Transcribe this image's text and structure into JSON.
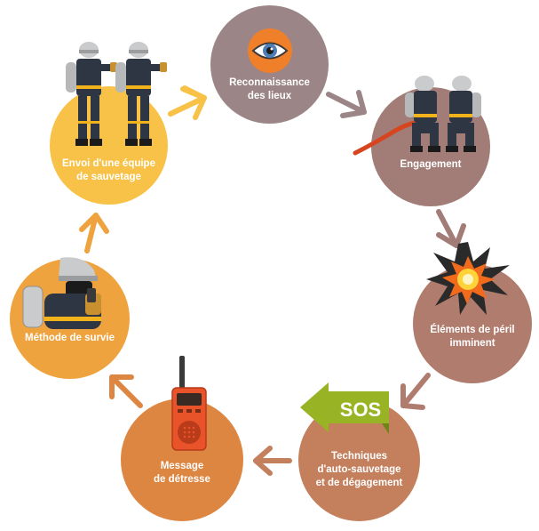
{
  "cycle": {
    "steps": [
      {
        "id": "reconnaissance",
        "label": "Reconnaissance\ndes lieux",
        "color": "#9b8586",
        "icon": "eye-icon"
      },
      {
        "id": "engagement",
        "label": "Engagement",
        "color": "#a27c77",
        "icon": "firefighters-with-hose-icon"
      },
      {
        "id": "peril",
        "label": "Éléments de péril\nimminent",
        "color": "#b07c6e",
        "icon": "explosion-icon"
      },
      {
        "id": "techniques",
        "label": "Techniques\nd'auto-sauvetage\net de dégagement",
        "color": "#c47f5d",
        "icon": "sos-arrow-sign-icon"
      },
      {
        "id": "message",
        "label": "Message\nde détresse",
        "color": "#dd8642",
        "icon": "radio-transceiver-icon"
      },
      {
        "id": "survie",
        "label": "Méthode de survie",
        "color": "#efa33e",
        "icon": "firefighter-with-radio-icon"
      },
      {
        "id": "envoi",
        "label": "Envoi d'une équipe\nde sauvetage",
        "color": "#f7c247",
        "icon": "two-firefighters-icon"
      }
    ],
    "sos_text": "SOS",
    "arrow_colors": {
      "envoi_to_reconnaissance": "#f7c247",
      "reconnaissance_to_engagement": "#9b8586",
      "engagement_to_peril": "#a27c77",
      "peril_to_techniques": "#b07c6e",
      "techniques_to_message": "#c47f5d",
      "message_to_survie": "#dd8642",
      "survie_to_envoi": "#efa33e"
    },
    "accent_colors": {
      "sos_sign": "#98b323",
      "radio": "#e8532a",
      "eye_ring": "#f07f2a",
      "helmet": "#c9cbcc",
      "uniform": "#2e3543",
      "stripe": "#f2b21b"
    }
  }
}
